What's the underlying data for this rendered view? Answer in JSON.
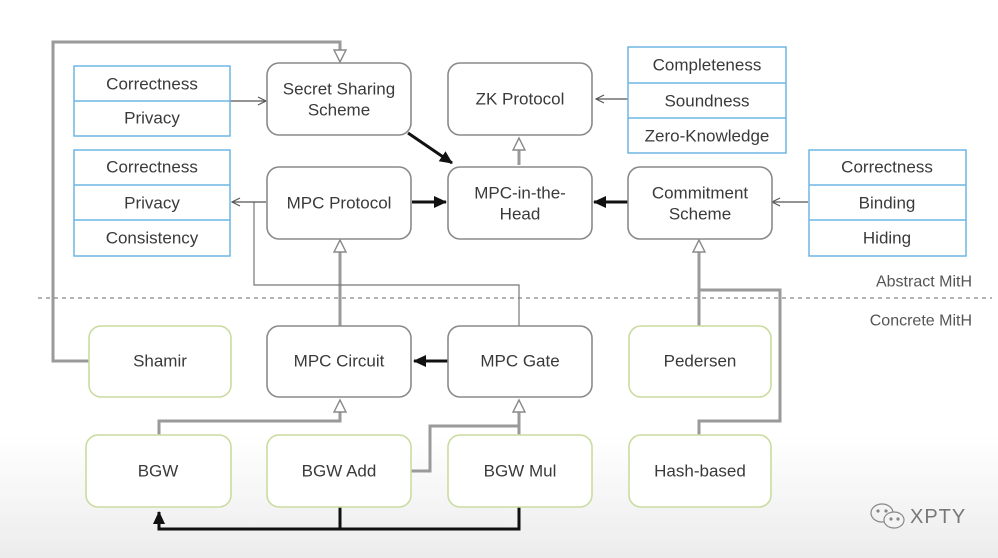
{
  "nodes": {
    "secret_sharing": "Secret Sharing\nScheme",
    "zk_protocol": "ZK Protocol",
    "mpc_protocol": "MPC Protocol",
    "mpc_in_the_head": "MPC-in-the-\nHead",
    "commitment": "Commitment\nScheme",
    "shamir": "Shamir",
    "mpc_circuit": "MPC Circuit",
    "mpc_gate": "MPC Gate",
    "pedersen": "Pedersen",
    "bgw": "BGW",
    "bgw_add": "BGW Add",
    "bgw_mul": "BGW Mul",
    "hash_based": "Hash-based"
  },
  "property_tables": {
    "secret_sharing": [
      "Correctness",
      "Privacy"
    ],
    "mpc_protocol": [
      "Correctness",
      "Privacy",
      "Consistency"
    ],
    "zk_protocol": [
      "Completeness",
      "Soundness",
      "Zero-Knowledge"
    ],
    "commitment": [
      "Correctness",
      "Binding",
      "Hiding"
    ]
  },
  "layers": {
    "abstract": "Abstract MitH",
    "concrete": "Concrete MitH"
  },
  "watermark": "XPTY",
  "colors": {
    "abstract_border": "#8a8a8a",
    "concrete_border": "#c9dca0",
    "property_border": "#6fb6e3"
  }
}
